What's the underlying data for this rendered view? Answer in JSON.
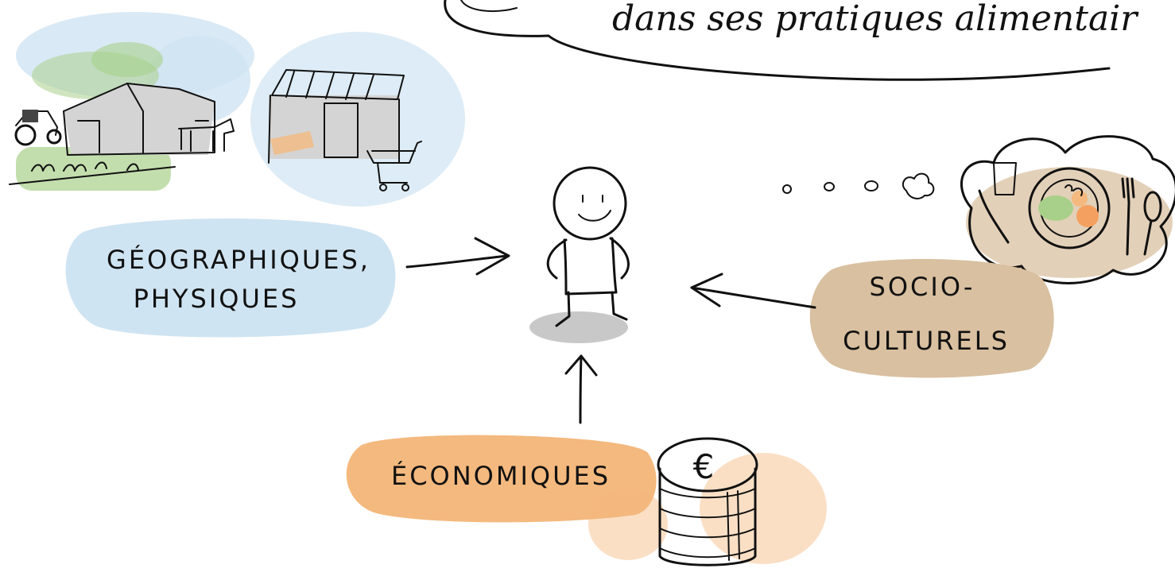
{
  "speech_bubble": {
    "text": "dans ses pratiques alimentair"
  },
  "factors": {
    "geographic": {
      "line1": "GÉOGRAPHIQUES,",
      "line2": "PHYSIQUES"
    },
    "socio": {
      "line1": "SOCIO-",
      "line2": "CULTURELS"
    },
    "economic": {
      "label": "ÉCONOMIQUES"
    }
  },
  "coin_symbol": "€",
  "colors": {
    "blue": "#cfe4f2",
    "green": "#a9d08a",
    "tan": "#d9c0a0",
    "orange": "#f4b97e",
    "shadow": "#c8c8c8",
    "ink": "#111111"
  },
  "icons": [
    "farm-icon",
    "tractor-icon",
    "cow-icon",
    "shop-icon",
    "cart-icon",
    "person-icon",
    "thought-cloud-icon",
    "meal-plate-icon",
    "coin-stack-icon"
  ]
}
